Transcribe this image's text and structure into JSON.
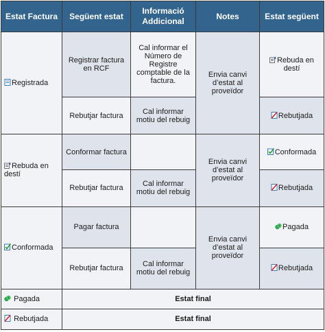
{
  "headers": {
    "estat_factura": "Estat Factura",
    "seguent_estat": "Següent estat",
    "informacio": "Informació Addicional",
    "notes": "Notes",
    "estat_seguent": "Estat següent"
  },
  "groups": [
    {
      "state": "Registrada",
      "state_icon": "document-icon",
      "note": "Envia canvi d’estat al proveïdor",
      "rows": [
        {
          "action": "Registrar factura en RCF",
          "info": "Cal informar el Número de Registre comptable de la factura.",
          "next": "Rebuda en destí",
          "next_icon": "received-icon"
        },
        {
          "action": "Rebutjar factura",
          "info": "Cal informar motiu del rebuig",
          "next": "Rebutjada",
          "next_icon": "rejected-icon"
        }
      ]
    },
    {
      "state": "Rebuda en destí",
      "state_icon": "received-icon",
      "note": "Envia canvi d’estat al proveïdor",
      "rows": [
        {
          "action": "Conformar factura",
          "info": "",
          "next": "Conformada",
          "next_icon": "conformed-icon"
        },
        {
          "action": "Rebutjar factura",
          "info": "Cal informar motiu del rebuig",
          "next": "Rebutjada",
          "next_icon": "rejected-icon"
        }
      ]
    },
    {
      "state": "Conformada",
      "state_icon": "conformed-icon",
      "note": "Envia canvi d’estat al proveïdor",
      "rows": [
        {
          "action": "Pagar factura",
          "info": "",
          "next": "Pagada",
          "next_icon": "paid-icon"
        },
        {
          "action": "Rebutjar factura",
          "info": "Cal informar motiu del rebuig",
          "next": "Rebutjada",
          "next_icon": "rejected-icon"
        }
      ]
    }
  ],
  "final_rows": [
    {
      "state": "Pagada",
      "state_icon": "paid-icon",
      "label": "Estat final"
    },
    {
      "state": "Rebutjada",
      "state_icon": "rejected-icon",
      "label": "Estat final"
    }
  ],
  "colors": {
    "header_bg": "#32648e",
    "row_light": "#f1f3f7",
    "row_dark": "#dfe4ec"
  }
}
